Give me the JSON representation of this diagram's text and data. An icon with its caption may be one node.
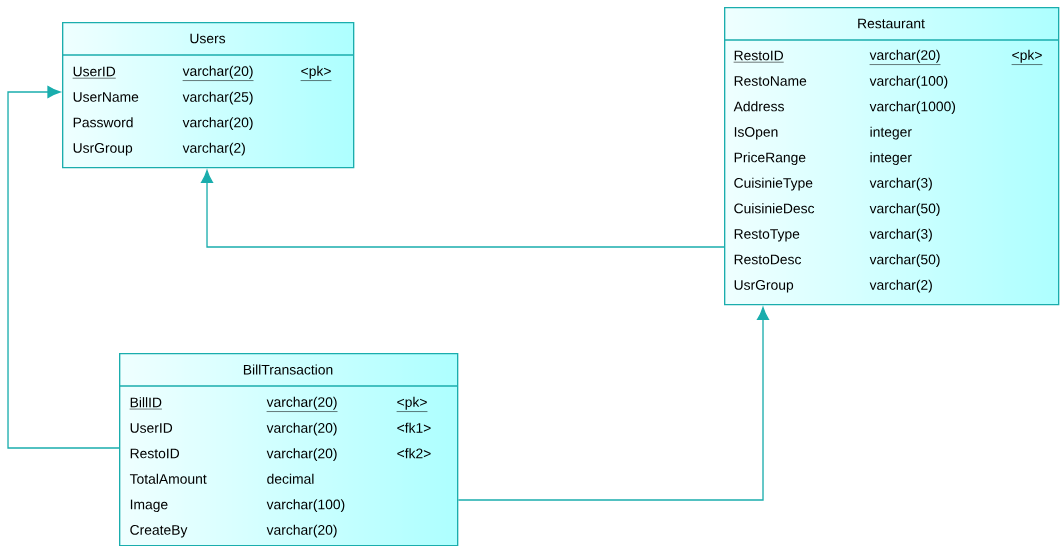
{
  "diagram": {
    "nodes": [
      {
        "text": [
          "Users",
          "UserID",
          "varchar(20)",
          "<pk>",
          "UserName",
          "varchar(25)",
          "Password",
          "varchar(20)",
          "UsrGroup",
          "varchar(2)"
        ]
      },
      {
        "text": [
          "Restaurant",
          "RestoID",
          "varchar(20)",
          "<pk>",
          "RestoName",
          "varchar(100)",
          "Address",
          "varchar(1000)",
          "IsOpen",
          "integer",
          "PriceRange",
          "integer",
          "CuisinieType",
          "varchar(3)",
          "CuisinieDesc",
          "varchar(50)",
          "RestoType",
          "varchar(3)",
          "RestoDesc",
          "varchar(50)",
          "UsrGroup",
          "varchar(2)"
        ]
      },
      {
        "text": [
          "BillTransaction",
          "BillID",
          "varchar(20)",
          "<pk>",
          "UserID",
          "varchar(20)",
          "<fk1>",
          "RestoID",
          "varchar(20)",
          "<fk2>",
          "TotalAmount",
          "decimal",
          "Image",
          "varchar(100)",
          "CreateBy",
          "varchar(20)"
        ]
      }
    ],
    "edges": [
      {
        "from": 1,
        "to": 0,
        "arrow": "to"
      },
      {
        "from": 2,
        "to": 0,
        "arrow": "to"
      },
      {
        "from": 2,
        "to": 1,
        "arrow": "to"
      }
    ]
  }
}
